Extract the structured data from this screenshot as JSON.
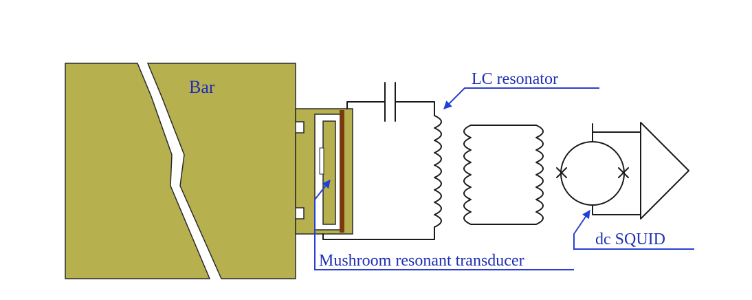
{
  "labels": {
    "bar": "Bar",
    "lc_resonator": "LC resonator",
    "mushroom_transducer": "Mushroom resonant transducer",
    "dc_squid": "dc SQUID"
  },
  "colors": {
    "bar_fill": "#b6b04f",
    "bar_outline": "#2a2a2a",
    "label_text": "#1f2fb5",
    "arrow": "#1f3fd6",
    "wire": "#1a1a1a",
    "electrode": "#7a3a10"
  },
  "icons": {
    "capacitor": "capacitor-symbol",
    "inductor": "coil-symbol",
    "junction": "josephson-junction-x",
    "amplifier": "triangle-amplifier"
  }
}
